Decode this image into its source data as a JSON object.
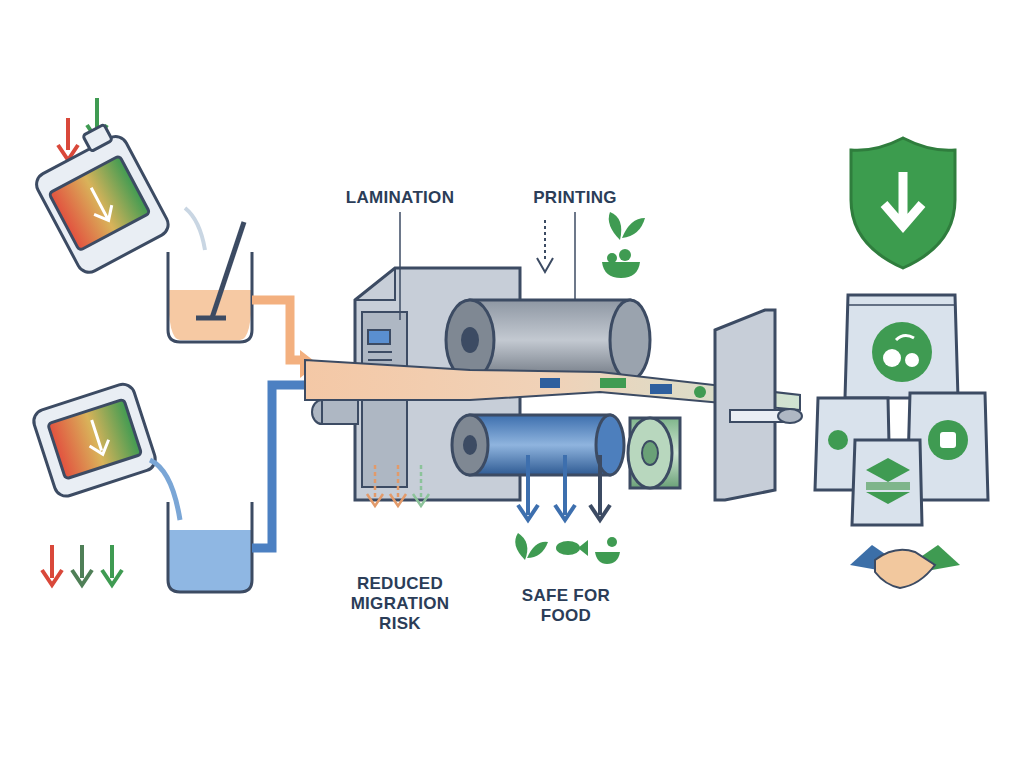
{
  "diagram": {
    "labels": [
      "LAMINATION",
      "PRINTING",
      "REDUCED MIGRATION RISK",
      "SAFE FOR FOOD"
    ]
  }
}
